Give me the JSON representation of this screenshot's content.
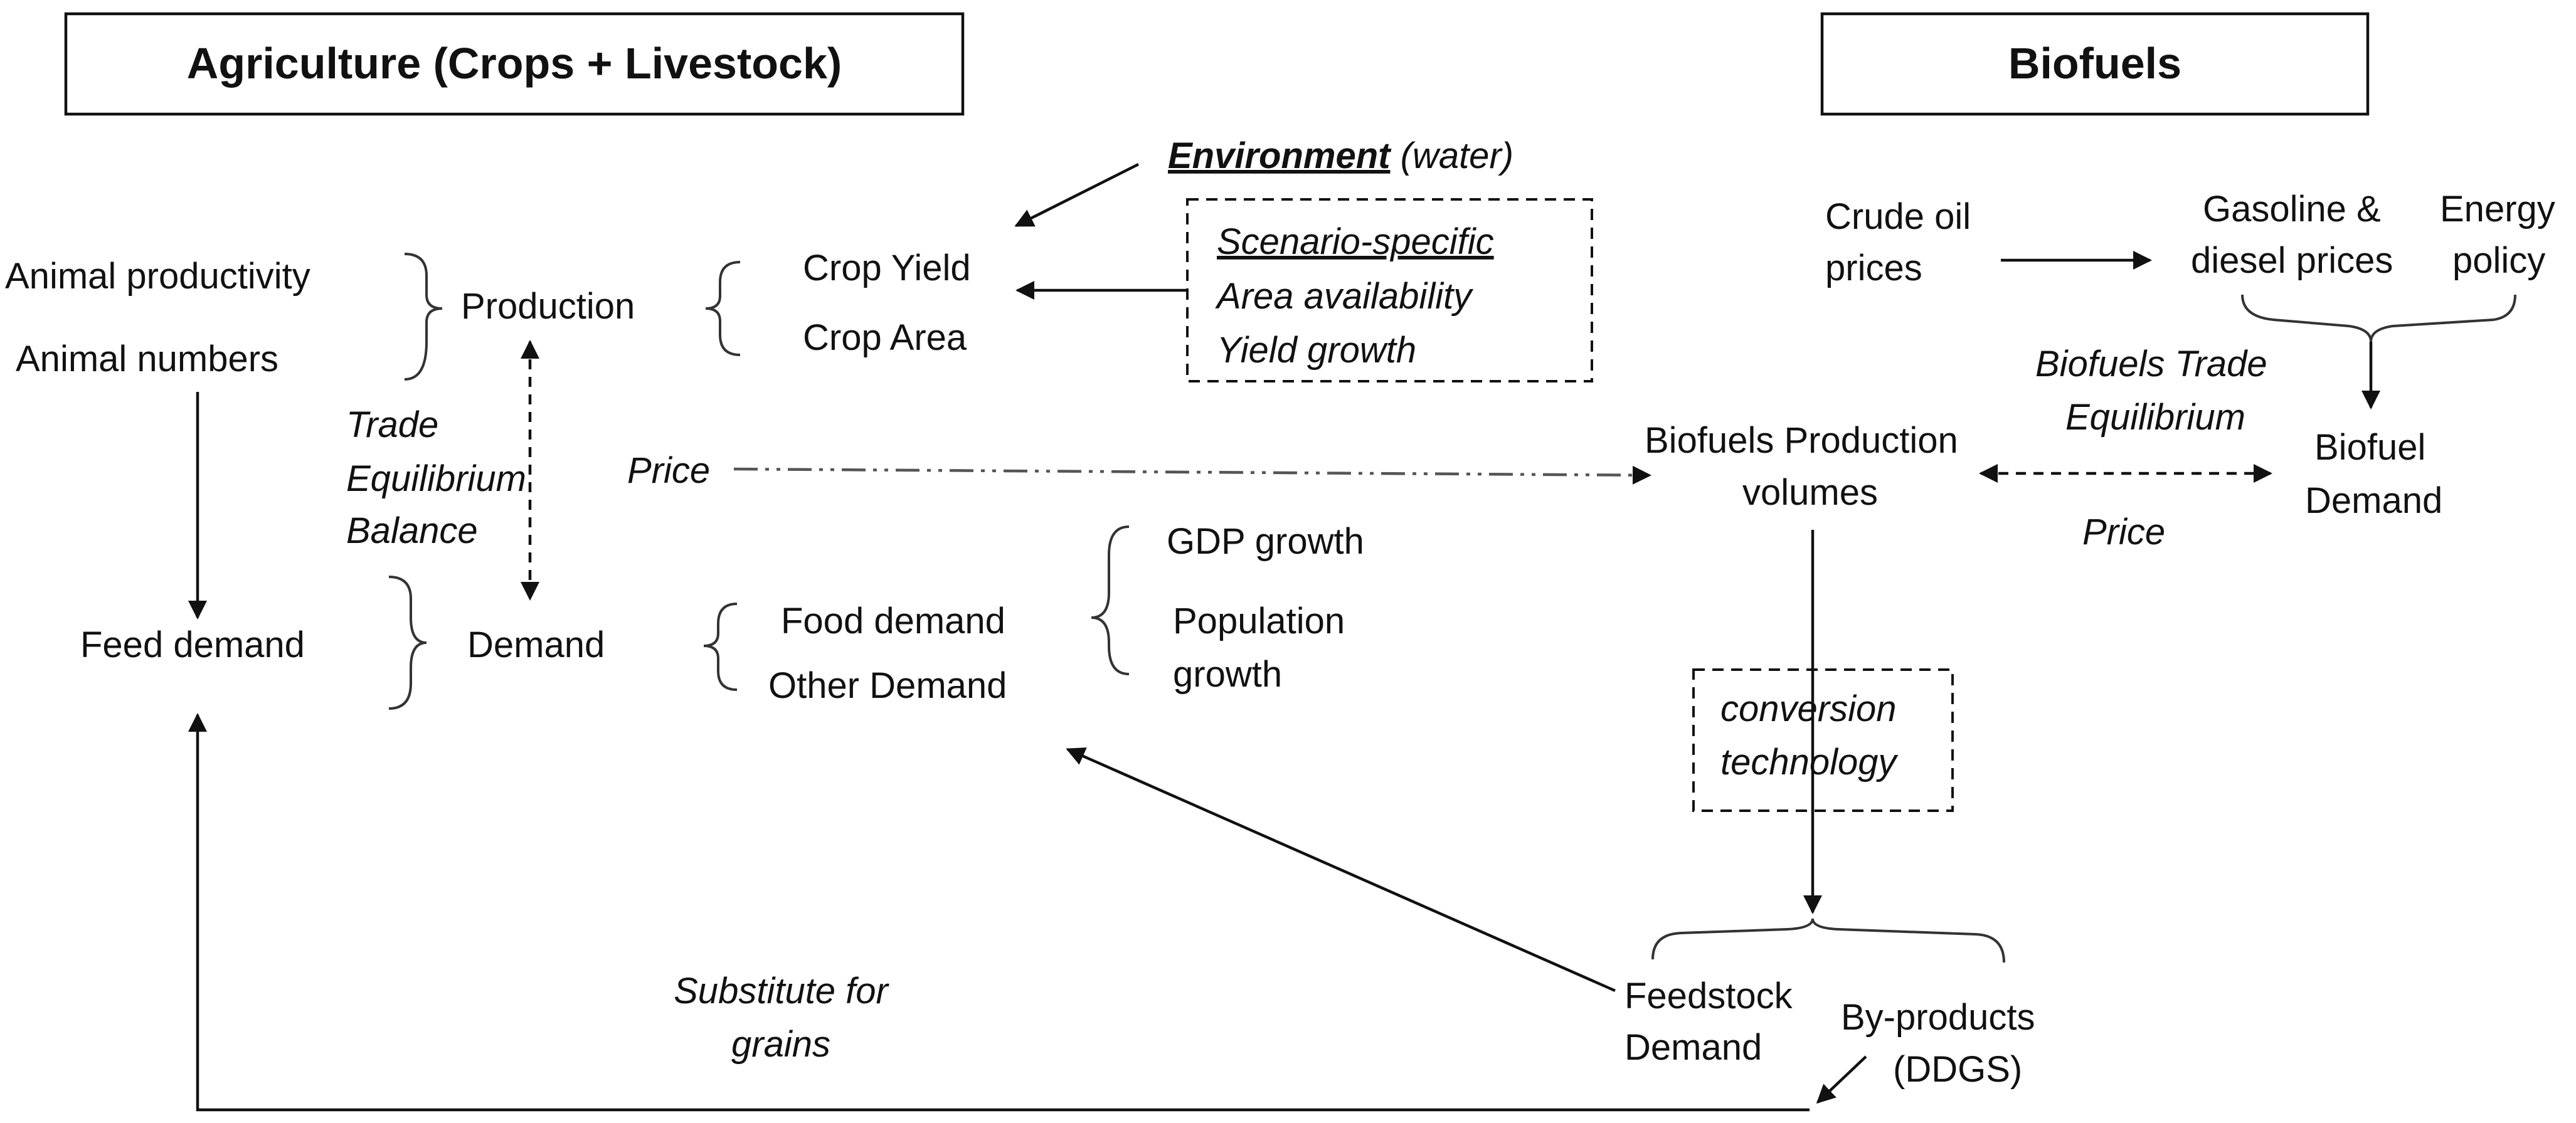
{
  "headers": {
    "agriculture": "Agriculture (Crops + Livestock)",
    "biofuels": "Biofuels"
  },
  "agriculture": {
    "animal_productivity": "Animal productivity",
    "animal_numbers": "Animal numbers",
    "production": "Production",
    "crop_yield": "Crop Yield",
    "crop_area": "Crop Area",
    "trade_line1": "Trade",
    "trade_line2": "Equilibrium",
    "trade_line3": "Balance",
    "feed_demand": "Feed demand",
    "demand": "Demand",
    "food_demand": "Food demand",
    "other_demand": "Other Demand",
    "gdp_growth": "GDP growth",
    "population_line1": "Population",
    "population_line2": "growth"
  },
  "environment": {
    "label": "Environment",
    "qualifier": " (water)"
  },
  "scenario": {
    "title": "Scenario-specific",
    "line1": "Area availability",
    "line2": "Yield growth"
  },
  "price_main": "Price",
  "biofuels": {
    "crude_line1": "Crude oil",
    "crude_line2": "prices",
    "gasoline_line1": "Gasoline &",
    "gasoline_line2": "diesel prices",
    "energy_line1": "Energy",
    "energy_line2": "policy",
    "trade_line1": "Biofuels Trade",
    "trade_line2": "Equilibrium",
    "production_line1": "Biofuels Production",
    "production_line2": "volumes",
    "demand_line1": "Biofuel",
    "demand_line2": "Demand",
    "price": "Price",
    "conversion_line1": "conversion",
    "conversion_line2": "technology",
    "feedstock_line1": "Feedstock",
    "feedstock_line2": "Demand",
    "byproducts_line1": "By-products",
    "byproducts_line2": "(DDGS)"
  },
  "substitute": {
    "line1": "Substitute for",
    "line2": "grains"
  }
}
